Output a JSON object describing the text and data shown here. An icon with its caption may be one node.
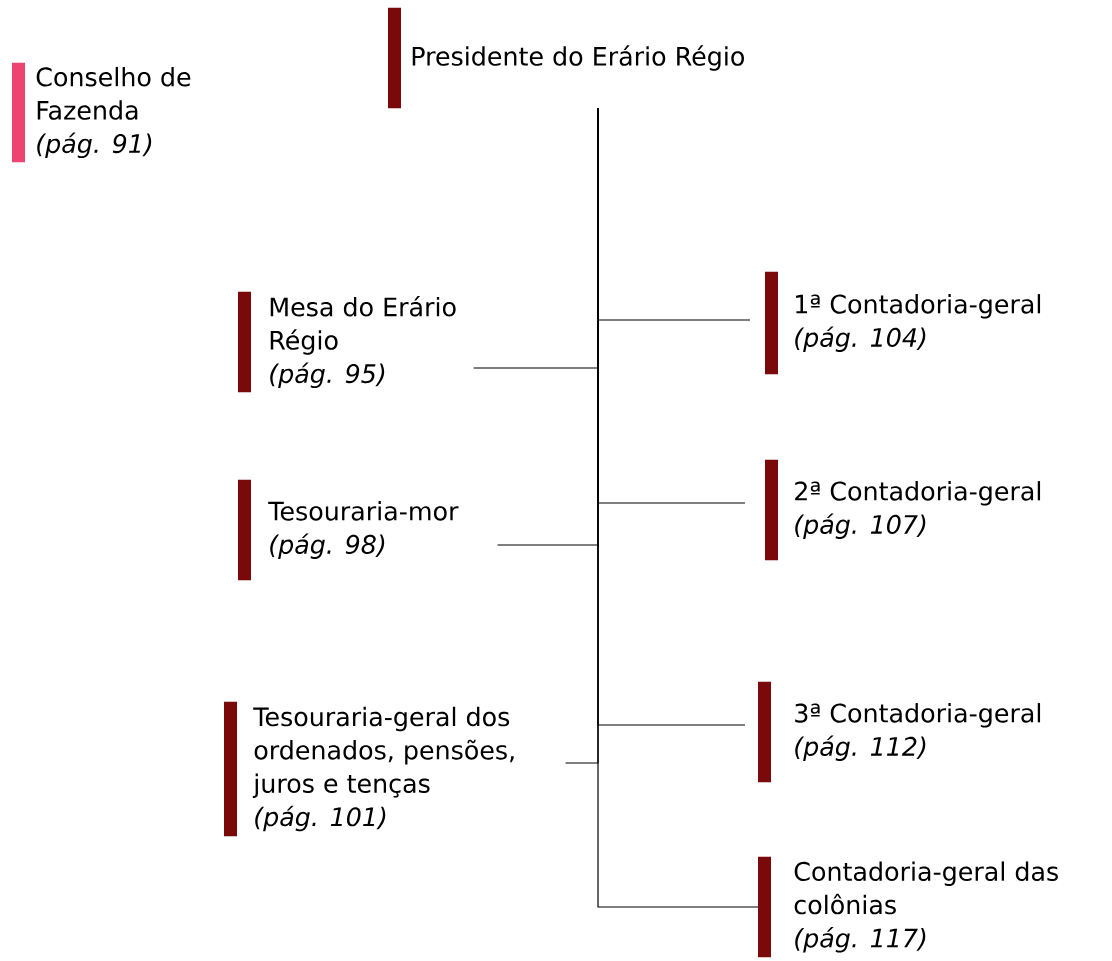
{
  "diagram": {
    "nodes": [
      {
        "text": [
          "Conselho de Fazenda",
          "(pág. 91)"
        ]
      },
      {
        "text": [
          "Presidente do Erário Régio"
        ]
      },
      {
        "text": [
          "Mesa do Erário Régio",
          "(pág. 95)"
        ]
      },
      {
        "text": [
          "1ª Contadoria-geral",
          "(pág. 104)"
        ]
      },
      {
        "text": [
          "Tesouraria-mor",
          "(pág. 98)"
        ]
      },
      {
        "text": [
          "2ª Contadoria-geral",
          "(pág. 107)"
        ]
      },
      {
        "text": [
          "Tesouraria-geral dos ordenados, pensões, juros e tenças",
          "(pág. 101)"
        ]
      },
      {
        "text": [
          "3ª Contadoria-geral",
          "(pág. 112)"
        ]
      },
      {
        "text": [
          "Contadoria-geral das colônias",
          "(pág. 117)"
        ]
      }
    ],
    "edges": [
      {
        "from": 1,
        "to": 3,
        "arrow": "none"
      },
      {
        "from": 1,
        "to": 2,
        "arrow": "none"
      },
      {
        "from": 1,
        "to": 5,
        "arrow": "none"
      },
      {
        "from": 1,
        "to": 4,
        "arrow": "none"
      },
      {
        "from": 1,
        "to": 7,
        "arrow": "none"
      },
      {
        "from": 1,
        "to": 6,
        "arrow": "none"
      },
      {
        "from": 1,
        "to": 8,
        "arrow": "none"
      }
    ]
  }
}
